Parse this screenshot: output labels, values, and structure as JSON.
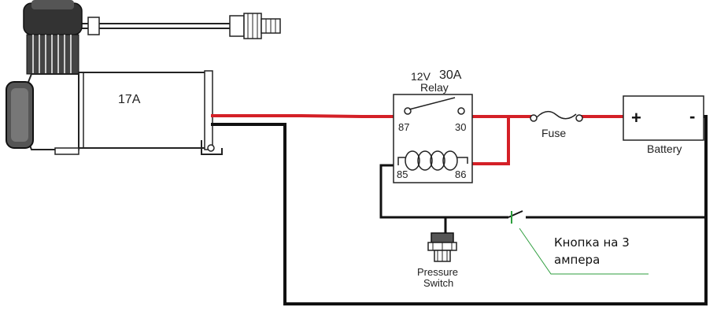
{
  "compressor": {
    "current": "17A"
  },
  "relay": {
    "voltage": "12V",
    "rating": "30A",
    "name": "Relay",
    "pins": {
      "p87": "87",
      "p30": "30",
      "p85": "85",
      "p86": "86"
    }
  },
  "fuse": {
    "label": "Fuse"
  },
  "battery": {
    "label": "Battery",
    "plus": "+",
    "minus": "-"
  },
  "pressure_switch": {
    "line1": "Pressure",
    "line2": "Switch"
  },
  "button_note": {
    "line1": "Кнопка на 3",
    "line2": "ампера"
  },
  "colors": {
    "red_wire": "#d42027",
    "black_wire": "#111111",
    "note_line": "#2e9e3e"
  }
}
